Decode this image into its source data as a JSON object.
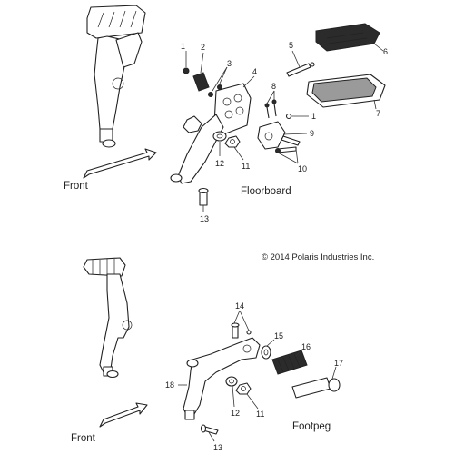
{
  "copyright": "© 2014 Polaris Industries Inc.",
  "sections": {
    "floorboard": {
      "title": "Floorboard",
      "front_label": "Front"
    },
    "footpeg": {
      "title": "Footpeg",
      "front_label": "Front"
    }
  },
  "callouts": {
    "floorboard": [
      "1",
      "2",
      "3",
      "4",
      "5",
      "6",
      "7",
      "8",
      "1",
      "9",
      "12",
      "11",
      "10",
      "13"
    ],
    "footpeg": [
      "14",
      "15",
      "16",
      "17",
      "18",
      "12",
      "11",
      "13"
    ]
  }
}
